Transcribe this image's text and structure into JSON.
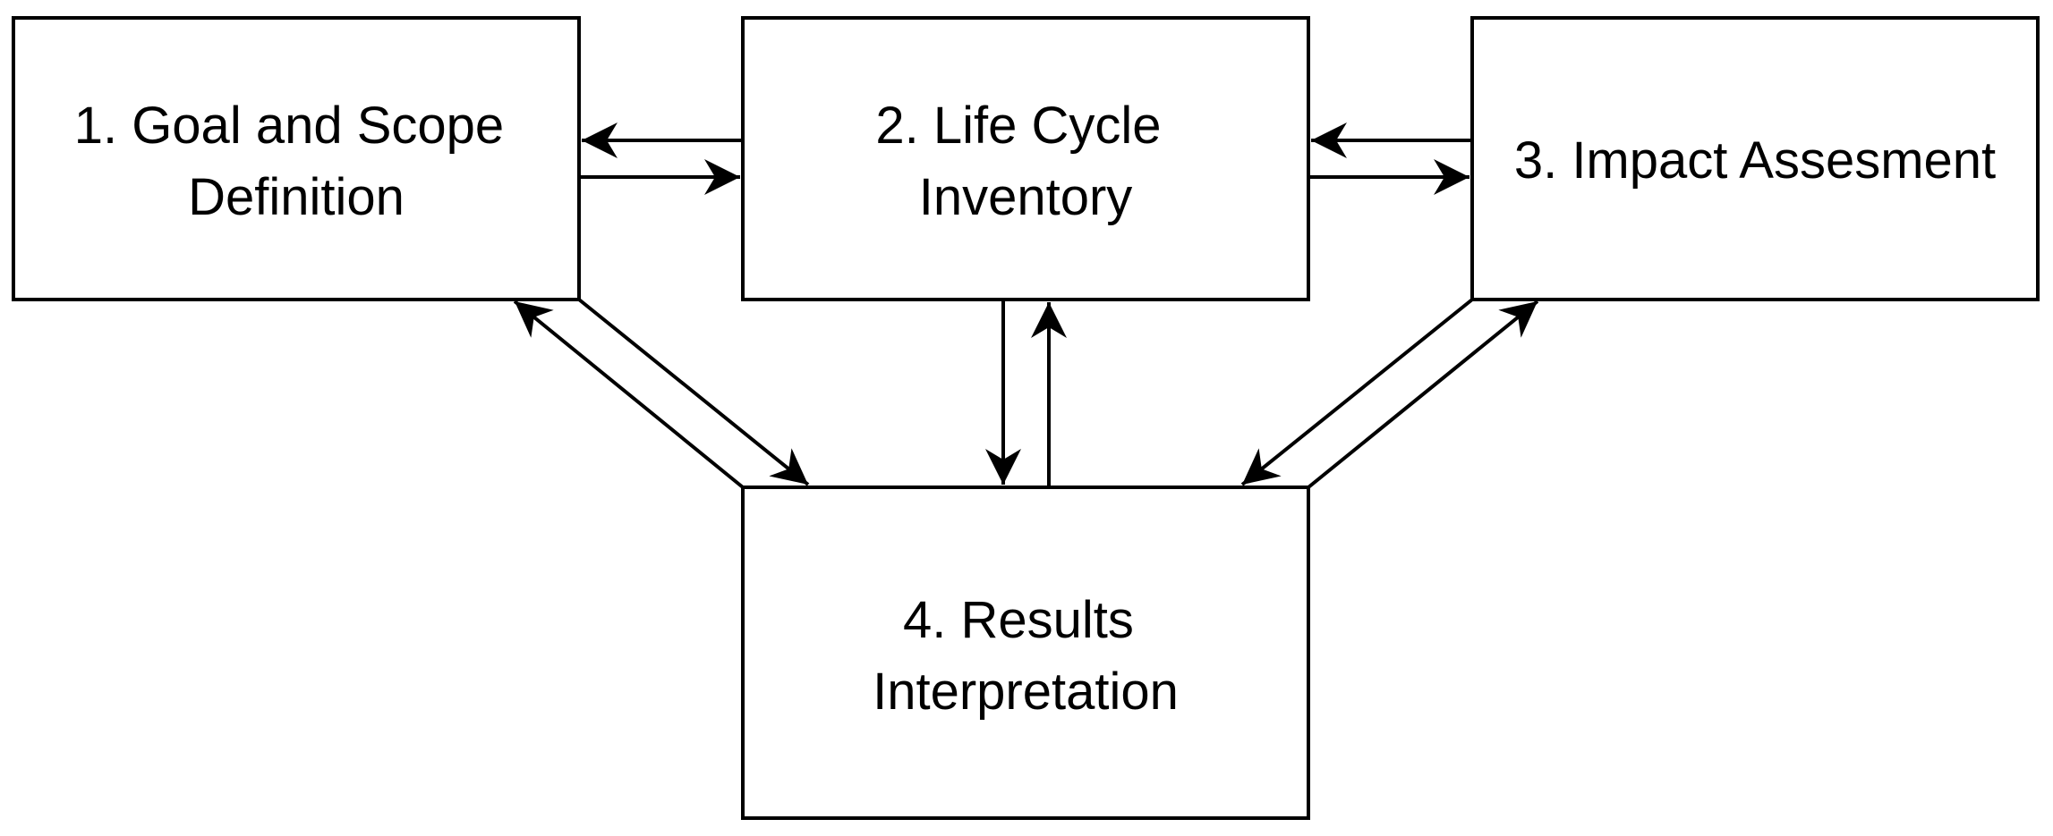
{
  "diagram": {
    "nodes": {
      "goal": {
        "lines": [
          "1. Goal and Scope",
          "Definition"
        ]
      },
      "inventory": {
        "lines": [
          "2. Life Cycle",
          "Inventory"
        ]
      },
      "impact": {
        "lines": [
          "3. Impact Assesment"
        ]
      },
      "results": {
        "lines": [
          "4. Results",
          "Interpretation"
        ]
      }
    },
    "edges": [
      {
        "from": "inventory",
        "to": "goal"
      },
      {
        "from": "goal",
        "to": "inventory"
      },
      {
        "from": "impact",
        "to": "inventory"
      },
      {
        "from": "inventory",
        "to": "impact"
      },
      {
        "from": "inventory",
        "to": "results"
      },
      {
        "from": "results",
        "to": "inventory"
      },
      {
        "from": "results",
        "to": "goal"
      },
      {
        "from": "goal",
        "to": "results"
      },
      {
        "from": "results",
        "to": "impact"
      },
      {
        "from": "impact",
        "to": "results"
      }
    ],
    "colors": {
      "stroke": "#000000",
      "fill": "#ffffff",
      "text": "#000000"
    }
  }
}
